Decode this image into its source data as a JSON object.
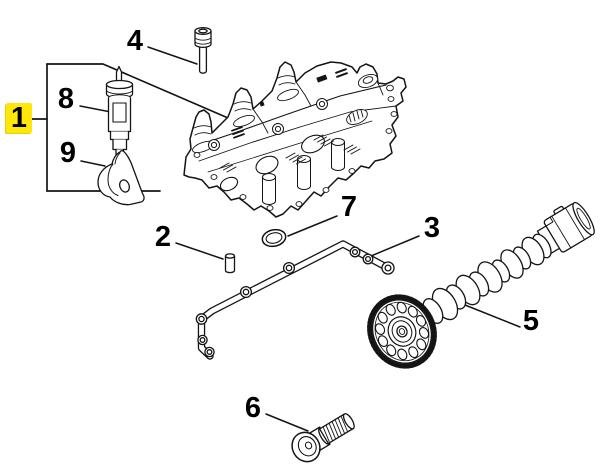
{
  "diagram": {
    "background_color": "#ffffff",
    "line_color": "#141414",
    "highlight_color": "#ffe70a"
  },
  "callouts": {
    "c1": {
      "label": "1",
      "highlighted": true
    },
    "c2": {
      "label": "2",
      "highlighted": false
    },
    "c3": {
      "label": "3",
      "highlighted": false
    },
    "c4": {
      "label": "4",
      "highlighted": false
    },
    "c5": {
      "label": "5",
      "highlighted": false
    },
    "c6": {
      "label": "6",
      "highlighted": false
    },
    "c7": {
      "label": "7",
      "highlighted": false
    },
    "c8": {
      "label": "8",
      "highlighted": false
    },
    "c9": {
      "label": "9",
      "highlighted": false
    }
  }
}
